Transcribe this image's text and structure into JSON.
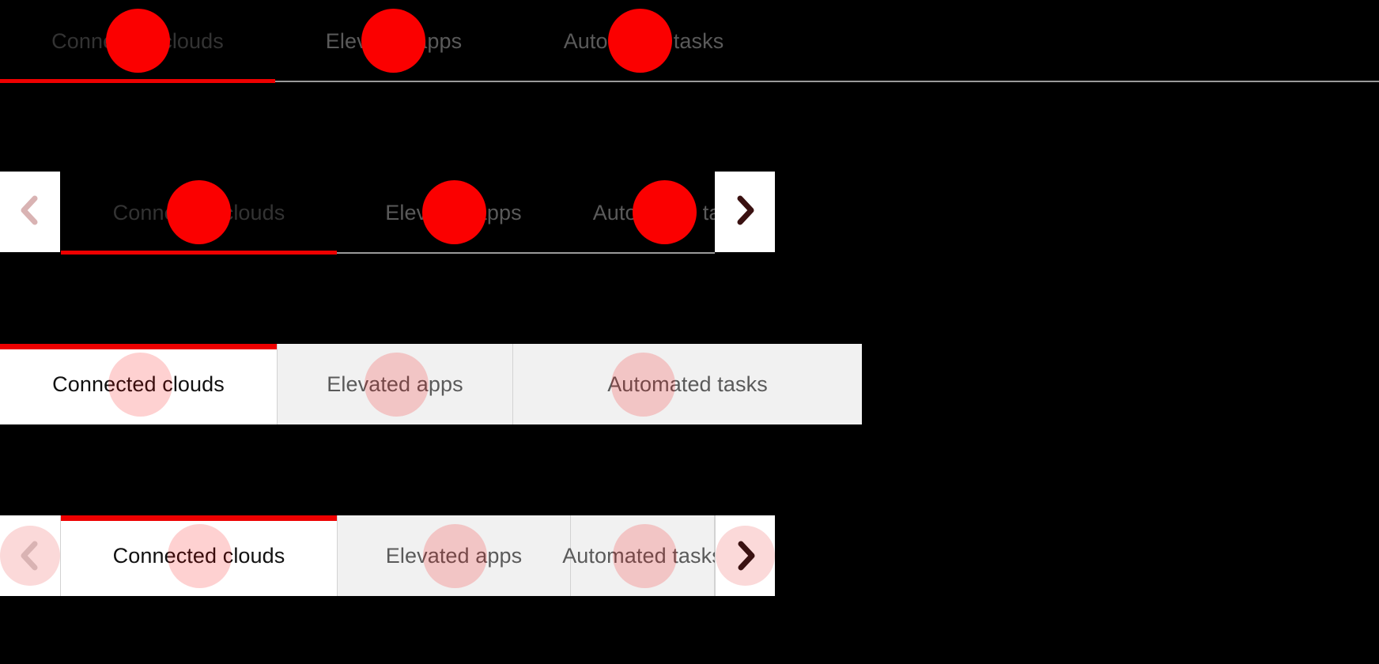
{
  "component": {
    "name": "tab-bar",
    "colors": {
      "background": "#000000",
      "accent": "#ee0000",
      "active_tab_bg": "#ffffff",
      "inactive_tab_bg": "#f1f1f1",
      "divider": "#d2d2d2",
      "baseline": "#9a9a9a",
      "inactive_label": "#5a5a5a",
      "active_label": "#111111",
      "marker": "#fb0000",
      "nav_puck": "#fbd9d9",
      "nav_chevron": "#3a1a1a"
    },
    "tabs": [
      {
        "label": "Connected clouds",
        "state": "active"
      },
      {
        "label": "Elevated apps",
        "state": "inactive"
      },
      {
        "label": "Automated tasks",
        "state": "inactive"
      }
    ],
    "nav": {
      "prev_label": "‹",
      "next_label": "›",
      "prev_icon": "chevron-left-icon",
      "next_icon": "chevron-right-icon"
    }
  },
  "variants": [
    {
      "id": "underline-plain",
      "has_nav": false,
      "style": "underline"
    },
    {
      "id": "underline-with-nav",
      "has_nav": true,
      "style": "underline"
    },
    {
      "id": "segmented-plain",
      "has_nav": false,
      "style": "segmented"
    },
    {
      "id": "segmented-with-nav",
      "has_nav": true,
      "style": "segmented"
    }
  ]
}
